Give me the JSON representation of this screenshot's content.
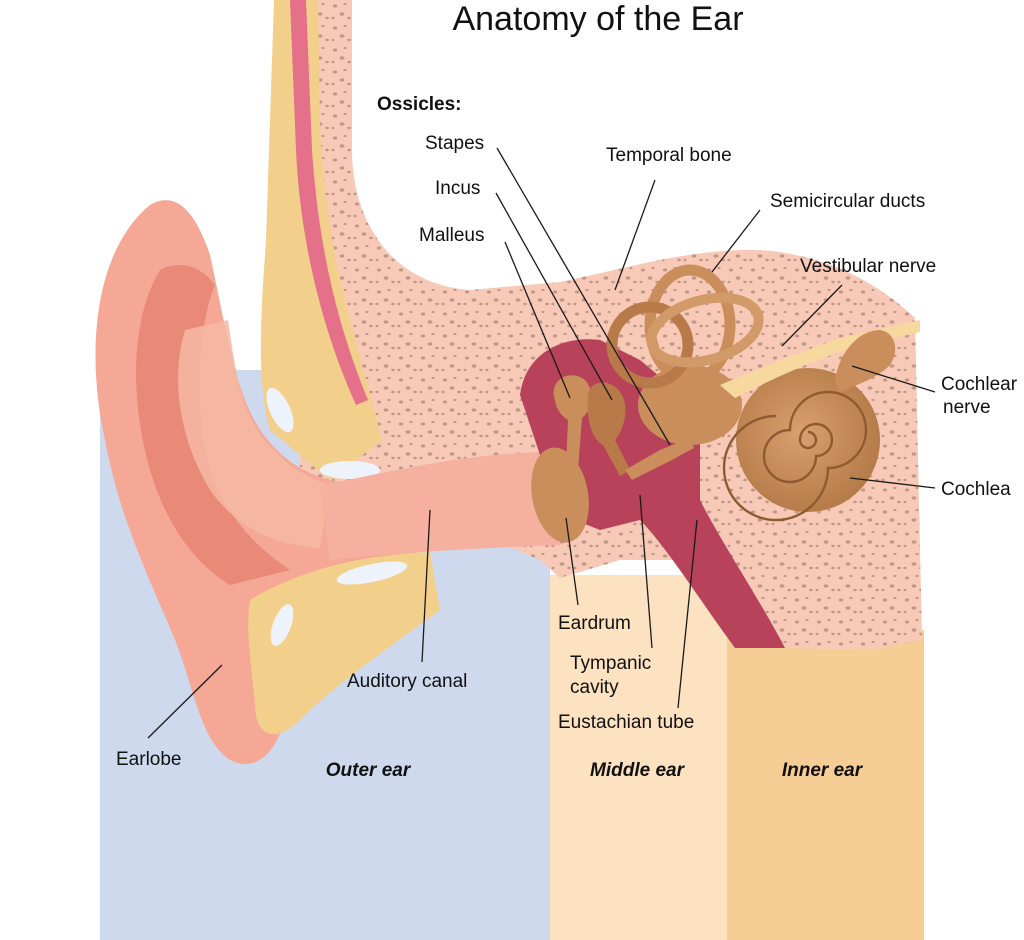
{
  "title": "Anatomy of the Ear",
  "ossicles_heading": "Ossicles:",
  "labels": {
    "stapes": "Stapes",
    "incus": "Incus",
    "malleus": "Malleus",
    "temporal_bone": "Temporal bone",
    "semicircular_ducts": "Semicircular ducts",
    "vestibular_nerve": "Vestibular nerve",
    "cochlear_nerve_line1": "Cochlear",
    "cochlear_nerve_line2": "nerve",
    "cochlea": "Cochlea",
    "eardrum": "Eardrum",
    "tympanic_cavity_line1": "Tympanic",
    "tympanic_cavity_line2": "cavity",
    "eustachian_tube": "Eustachian tube",
    "auditory_canal": "Auditory canal",
    "earlobe": "Earlobe"
  },
  "regions": {
    "outer": "Outer ear",
    "middle": "Middle ear",
    "inner": "Inner ear"
  },
  "colors": {
    "outer_bg": "#cfd9ee",
    "middle_bg": "#fde2c2",
    "inner_bg": "#f6cd94",
    "skin": "#f6a896",
    "skin_dark": "#e98977",
    "bone": "#f8c9b7",
    "cartilage": "#f3cf8c",
    "cavity": "#b8425a",
    "ossicle": "#c98e5c",
    "ossicle_dark": "#9c6538"
  }
}
